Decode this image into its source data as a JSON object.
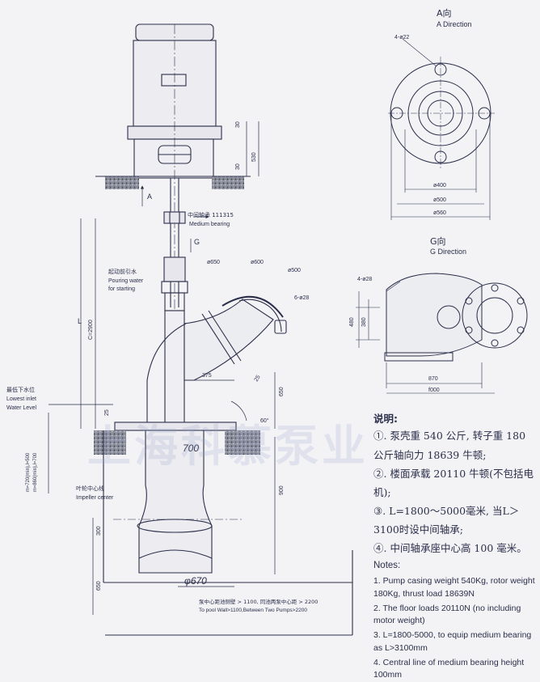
{
  "labels": {
    "a_view_cn": "A向",
    "a_view_en": "A Direction",
    "g_view_cn": "G向",
    "g_view_en": "G Direction",
    "medium_bearing_cn": "中间轴承 111315",
    "medium_bearing_en": "Medium bearing",
    "pouring_cn": "起动前引水",
    "pouring_en1": "Pouring water",
    "pouring_en2": "for starting",
    "lowest_inlet_cn": "最低下水位",
    "lowest_inlet_en1": "Lowest inlet",
    "lowest_inlet_en2": "Water Level",
    "impeller_cn": "叶轮中心线",
    "impeller_en": "Impeller center",
    "bottom_note_cn": "泵中心距池侧壁 > 1100, 同池两泵中心距 > 2200",
    "bottom_note_en": "To pool Wall>1100,Between Two Pumps>2200",
    "arrow_a": "A",
    "arrow_g": "G",
    "handwritten_700": "700",
    "handwritten_670": "φ670",
    "watermark": "上海科慕泵业"
  },
  "dims": {
    "d30a": "30",
    "d30b": "30",
    "d530": "530",
    "dL": "L",
    "dC2900": "C=2900",
    "d25": "25",
    "d650": "650",
    "d900": "900",
    "d300": "300",
    "d650b": "650",
    "d375": "375",
    "d25b": "25",
    "dphi650": "ø650",
    "dphi600": "ø600",
    "dphi500": "ø500",
    "d6phi28": "6-ø28",
    "d60": "60°",
    "dm": "m≈720(min),l≈500",
    "dm2": "m≈860(min),l≈700",
    "a_4phi22": "4-ø22",
    "a_phi400": "ø400",
    "a_phi500": "ø500",
    "a_phi560": "ø560",
    "g_4phi28": "4-ø28",
    "g_480": "480",
    "g_380": "380",
    "g_870": "870",
    "g_1000": "f000"
  },
  "notes": {
    "title_cn": "说明:",
    "cn1": "①. 泵壳重 540 公斤, 转子重 180 公斤轴向力 18639 牛顿;",
    "cn2": "②. 楼面承载 20110 牛顿(不包括电机);",
    "cn3": "③. L=1800～5000毫米, 当L＞3100时设中间轴承;",
    "cn4": "④. 中间轴承座中心高 100 毫米。",
    "title_en": "Notes:",
    "en1": "1. Pump casing weight 540Kg, rotor weight 180Kg, thrust load 18639N",
    "en2": "2. The floor loads 20110N (no including motor weight)",
    "en3": "3. L=1800-5000, to equip medium bearing as L>3100mm",
    "en4": "4. Central line of medium bearing height 100mm"
  }
}
